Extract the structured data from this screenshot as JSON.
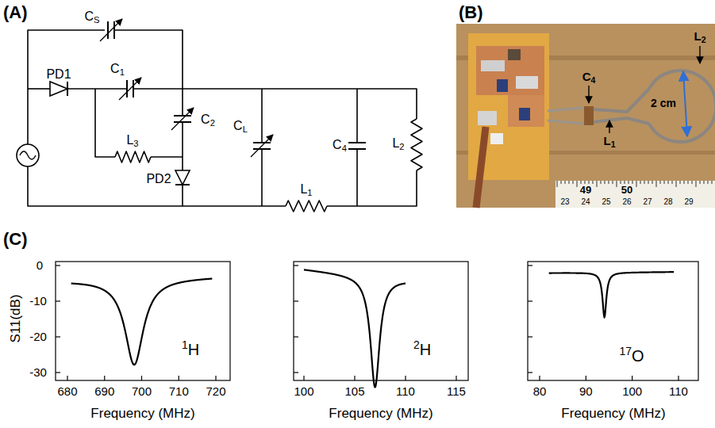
{
  "diagram": {
    "labels": [
      "(A)",
      "(B)",
      "(C)",
      "CS",
      "PD1",
      "C1",
      "C2",
      "L3",
      "PD2",
      "CL",
      "C4",
      "L1",
      "L2",
      "C4",
      "L2",
      "L1",
      "2 cm",
      "49",
      "50",
      "23",
      "24",
      "25",
      "26",
      "27",
      "28",
      "29",
      "S11(dB)",
      "0",
      "-10",
      "-20",
      "-30",
      "680",
      "690",
      "700",
      "710",
      "720",
      "Frequency (MHz)",
      "1H",
      "100",
      "105",
      "110",
      "115",
      "Frequency (MHz)",
      "2H",
      "80",
      "90",
      "100",
      "110",
      "Frequency (MHz)",
      "17O"
    ]
  }
}
